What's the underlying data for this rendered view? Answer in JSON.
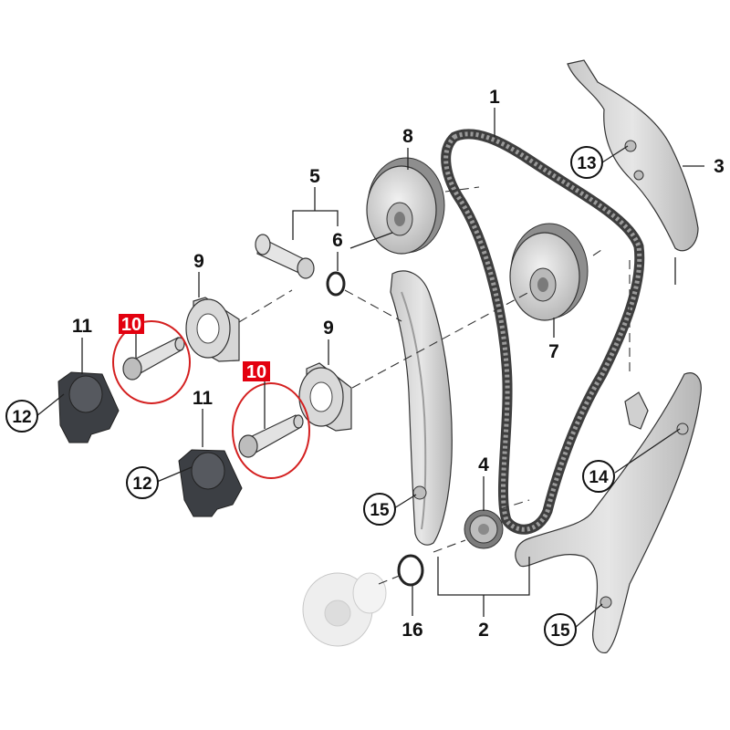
{
  "colors": {
    "highlight_label": "#e3000f",
    "highlight_circle": "#d42020",
    "part_fill": "#dcdcdc",
    "part_dark": "#3c3f44",
    "chain": "#4a4a4a"
  },
  "callouts": {
    "c1": "1",
    "c2": "2",
    "c3": "3",
    "c4": "4",
    "c5": "5",
    "c6": "6",
    "c7": "7",
    "c8": "8",
    "c9a": "9",
    "c9b": "9",
    "c10a": "10",
    "c10b": "10",
    "c11a": "11",
    "c11b": "11",
    "c12a": "12",
    "c12b": "12",
    "c13": "13",
    "c14": "14",
    "c15a": "15",
    "c15b": "15",
    "c16": "16"
  }
}
